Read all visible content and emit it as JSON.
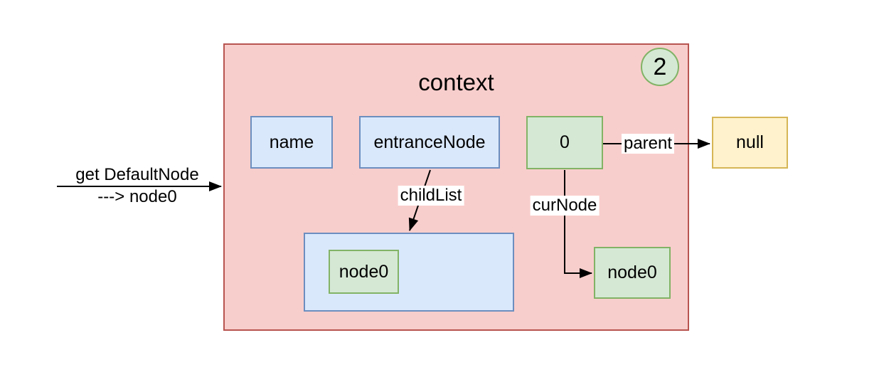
{
  "diagram": {
    "title": "context",
    "badge": "2",
    "call_annotation": {
      "line1": "get DefaultNode",
      "line2": "---&gt; node0"
    },
    "call_annotation_plain": {
      "line1": "get DefaultNode",
      "line2": "---> node0"
    },
    "nodes": {
      "name": {
        "label": "name"
      },
      "entrance_node": {
        "label": "entranceNode"
      },
      "zero": {
        "label": "0"
      },
      "null_node": {
        "label": "null"
      },
      "child_list_node0": {
        "label": "node0"
      },
      "cur_node0": {
        "label": "node0"
      }
    },
    "edges": {
      "parent": {
        "label": "parent"
      },
      "child_list": {
        "label": "childList"
      },
      "cur_node": {
        "label": "curNode"
      }
    },
    "colors": {
      "context_fill": "#f8cecc",
      "context_border": "#b85450",
      "blue_fill": "#dae8fc",
      "blue_border": "#6c8ebf",
      "green_fill": "#d5e8d4",
      "green_border": "#82b366",
      "yellow_fill": "#fff2cc",
      "yellow_border": "#d6b656",
      "edge_stroke": "#000000"
    }
  }
}
